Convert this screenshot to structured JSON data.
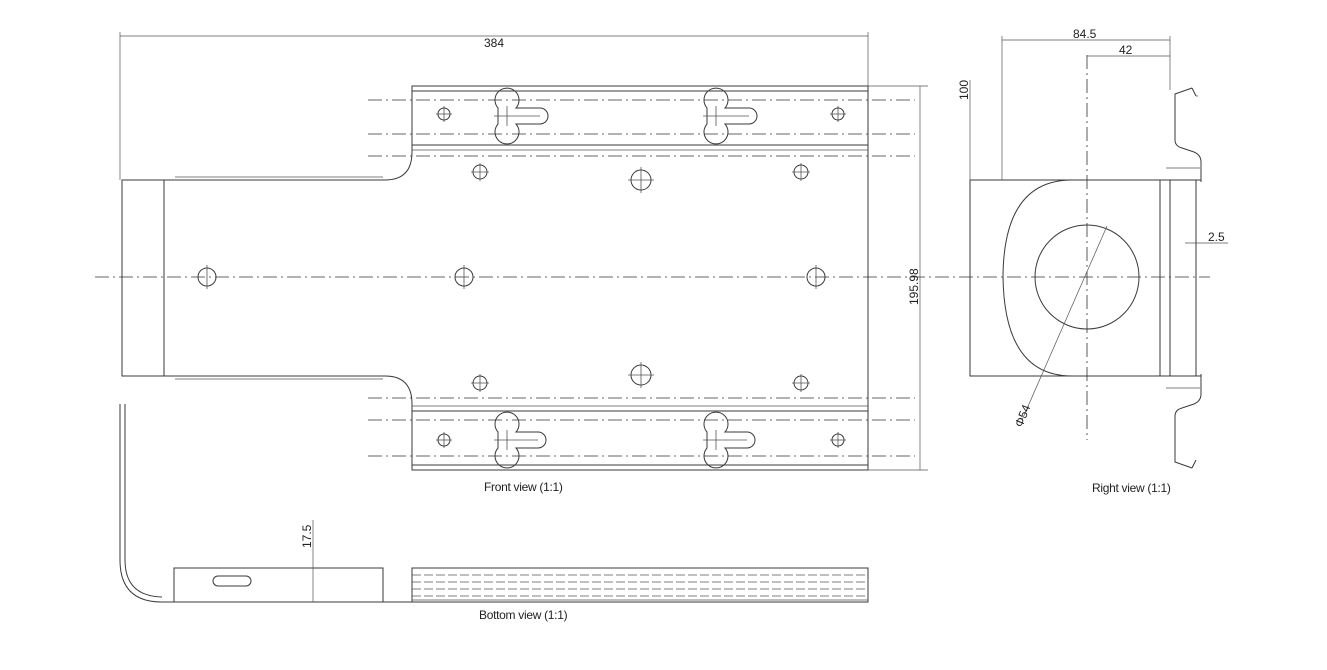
{
  "views": {
    "front": "Front view (1:1)",
    "right": "Right view (1:1)",
    "bottom": "Bottom view (1:1)"
  },
  "dimensions": {
    "overall_width": "384",
    "height": "195.98",
    "right_depth": "84.5",
    "right_offset": "42",
    "right_height": "100",
    "thickness": "2.5",
    "hole_diameter": "Φ54",
    "bottom_height": "17.5"
  }
}
